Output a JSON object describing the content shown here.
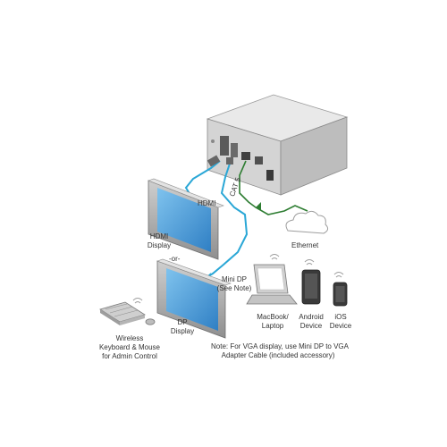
{
  "labels": {
    "hdmi_cable": "HDMI",
    "hdmi_display_line1": "HDMI",
    "hdmi_display_line2": "Display",
    "or": "-or-",
    "minidp_line1": "Mini DP",
    "minidp_line2": "(See Note)",
    "dp_display_line1": "DP",
    "dp_display_line2": "Display",
    "cat5": "CAT 5",
    "ethernet": "Ethernet",
    "macbook_line1": "MacBook/",
    "macbook_line2": "Laptop",
    "android_line1": "Android",
    "android_line2": "Device",
    "ios_line1": "iOS",
    "ios_line2": "Device",
    "keyboard_line1": "Wireless",
    "keyboard_line2": "Keyboard & Mouse",
    "keyboard_line3": "for Admin Control",
    "note_line1": "Note: For VGA display, use Mini DP to VGA",
    "note_line2": "Adapter Cable (included accessory)"
  },
  "colors": {
    "hdmi_cable": "#2aa7d6",
    "ethernet_cable": "#2e7d32",
    "screen": "#3a8fd0",
    "device_body": "#d9d9d9"
  }
}
